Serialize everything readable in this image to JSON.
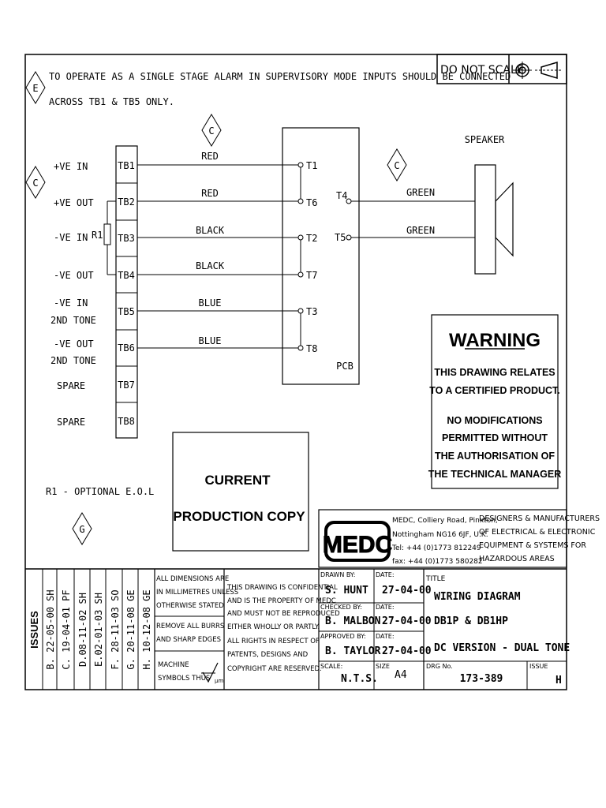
{
  "notes": {
    "line1": "TO OPERATE AS A SINGLE STAGE ALARM IN SUPERVISORY MODE INPUTS SHOULD BE CONNECTED",
    "line2": "ACROSS TB1 & TB5 ONLY.",
    "do_not_scale": "DO NOT SCALE",
    "r1_optional": "R1 - OPTIONAL E.O.L"
  },
  "markers": {
    "e": "E",
    "c": "C",
    "g": "G"
  },
  "inputs": [
    {
      "label": "+VE IN",
      "label2": "",
      "tb": "TB1",
      "wire": "RED",
      "pcb": "T1"
    },
    {
      "label": "+VE OUT",
      "label2": "",
      "tb": "TB2",
      "wire": "RED",
      "pcb": "T6"
    },
    {
      "label": "-VE IN",
      "label2": "",
      "tb": "TB3",
      "wire": "BLACK",
      "pcb": "T2"
    },
    {
      "label": "-VE OUT",
      "label2": "",
      "tb": "TB4",
      "wire": "BLACK",
      "pcb": "T7"
    },
    {
      "label": "-VE IN",
      "label2": "2ND TONE",
      "tb": "TB5",
      "wire": "BLUE",
      "pcb": "T3"
    },
    {
      "label": "-VE OUT",
      "label2": "2ND TONE",
      "tb": "TB6",
      "wire": "BLUE",
      "pcb": "T8"
    },
    {
      "label": "SPARE",
      "label2": "",
      "tb": "TB7",
      "wire": "",
      "pcb": ""
    },
    {
      "label": "SPARE",
      "label2": "",
      "tb": "TB8",
      "wire": "",
      "pcb": ""
    }
  ],
  "resistor": "R1",
  "pcb_label": "PCB",
  "outputs": [
    {
      "terminal": "T4",
      "wire": "GREEN"
    },
    {
      "terminal": "T5",
      "wire": "GREEN"
    }
  ],
  "speaker": "SPEAKER",
  "warning": {
    "title": "WARNING",
    "lines": [
      "THIS DRAWING RELATES",
      "TO A CERTIFIED PRODUCT.",
      "NO MODIFICATIONS",
      "PERMITTED WITHOUT",
      "THE AUTHORISATION OF",
      "THE TECHNICAL MANAGER"
    ]
  },
  "stamp": {
    "line1": "CURRENT",
    "line2": "PRODUCTION COPY"
  },
  "company": {
    "logo": "MEDC",
    "address": [
      "MEDC, Colliery Road, Pinxton,",
      "Nottingham NG16 6JF, U.K.",
      "Tel: +44 (0)1773 812249",
      "fax: +44 (0)1773 580282"
    ],
    "description": [
      "DESIGNERS & MANUFACTURERS",
      "OF ELECTRICAL & ELECTRONIC",
      "EQUIPMENT & SYSTEMS FOR",
      "HAZARDOUS AREAS"
    ]
  },
  "issues": {
    "header": "ISSUES",
    "entries": [
      "B. 22-05-00 SH",
      "C. 19-04-01 PF",
      "D.08-11-02 SH",
      "E.02-01-03 SH",
      "F. 28-11-03 SO",
      "G. 20-11-08 GE",
      "H. 10-12-08 GE"
    ]
  },
  "notes_block": {
    "dims": [
      "ALL DIMENSIONS ARE",
      "IN MILLIMETRES UNLESS",
      "OTHERWISE STATED"
    ],
    "burrs": [
      "REMOVE ALL BURRS",
      "AND SHARP EDGES"
    ],
    "symbols": [
      "MACHINE",
      "SYMBOLS THUS"
    ],
    "symbol_sub": "µm",
    "confidential": [
      "THIS DRAWING IS CONFIDENTIAL",
      "AND IS THE PROPERTY OF MEDC",
      "AND MUST NOT BE REPRODUCED",
      "EITHER WHOLLY OR PARTLY.",
      "ALL RIGHTS IN RESPECT OF",
      "PATENTS, DESIGNS AND",
      "COPYRIGHT ARE RESERVED."
    ]
  },
  "title_block": {
    "drawn_by_label": "DRAWN BY:",
    "drawn_by": "S. HUNT",
    "drawn_date": "27-04-00",
    "checked_by_label": "CHECKED BY:",
    "checked_by": "B. MALBON",
    "checked_date": "27-04-00",
    "approved_by_label": "APPROVED BY:",
    "approved_by": "B. TAYLOR",
    "approved_date": "27-04-00",
    "date_label": "DATE:",
    "scale_label": "SCALE:",
    "scale": "N.T.S.",
    "size_label": "SIZE",
    "size": "A4",
    "title_label": "TITLE",
    "title_lines": [
      "WIRING DIAGRAM",
      "DB1P & DB1HP",
      "DC VERSION - DUAL TONE"
    ],
    "drg_label": "DRG No.",
    "drg_no": "173-389",
    "issue_label": "ISSUE",
    "issue": "H"
  }
}
